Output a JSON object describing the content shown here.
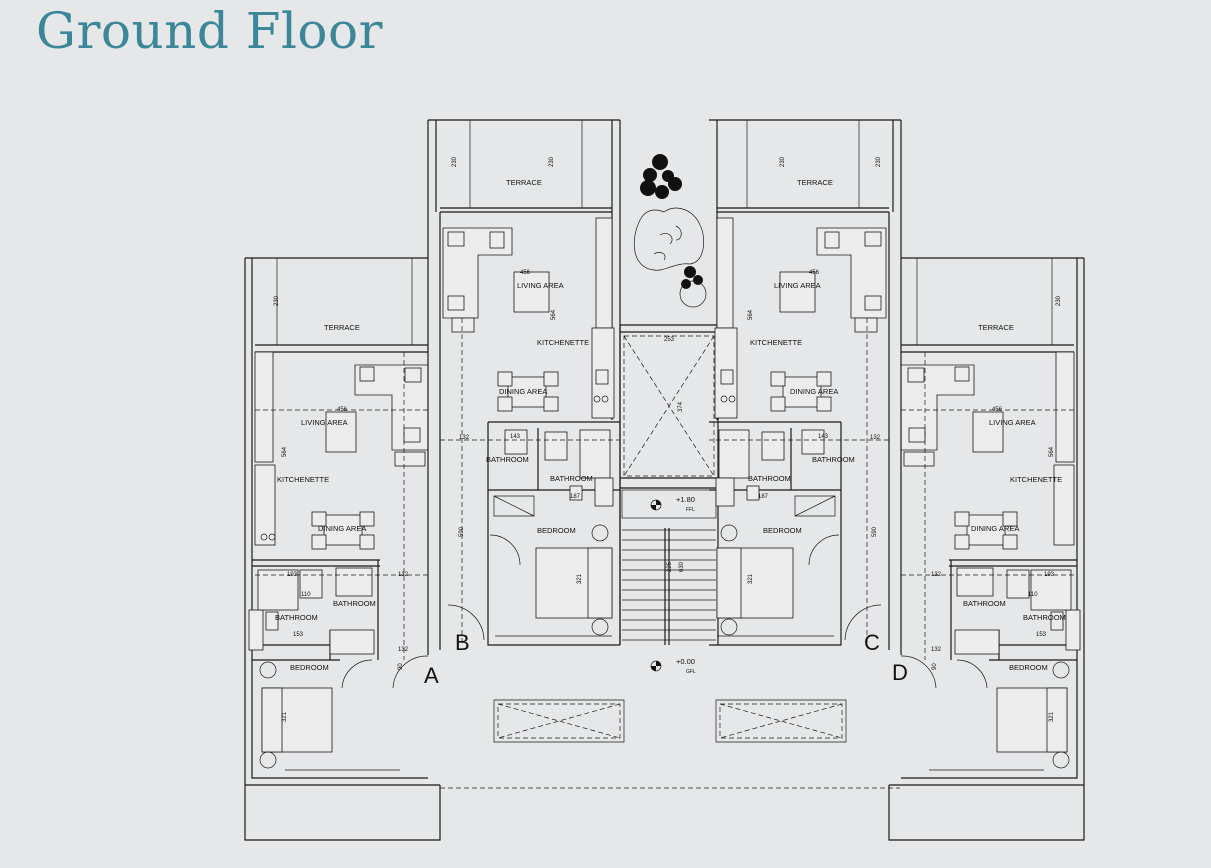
{
  "title": "Ground Floor",
  "colors": {
    "title": "#3b8799",
    "background": "#e6e7e8",
    "lines": "#1a1a1a"
  },
  "units": {
    "a": "A",
    "b": "B",
    "c": "C",
    "d": "D"
  },
  "rooms": {
    "terrace": "TERRACE",
    "living": "LIVING AREA",
    "kitchenette": "KITCHENETTE",
    "dining": "DINING AREA",
    "bathroom": "BATHROOM",
    "bedroom": "BEDROOM"
  },
  "levels": {
    "upper": "+1.80",
    "upper_sub": "FFL",
    "ground": "+0.00",
    "ground_sub": "GFL"
  },
  "dims": {
    "d230": "230",
    "d456": "456",
    "d564": "564",
    "d132": "132",
    "d590": "590",
    "d143": "143",
    "d187": "187",
    "d321": "321",
    "d253": "253",
    "d374": "374",
    "d153": "153",
    "d193": "193",
    "d110": "110",
    "d90": "90",
    "d225": "225",
    "d630": "630"
  },
  "icons": [
    "tree-icon",
    "level-marker-icon",
    "door-swing-icon",
    "bed-icon",
    "sofa-icon",
    "toilet-icon",
    "sink-icon"
  ]
}
